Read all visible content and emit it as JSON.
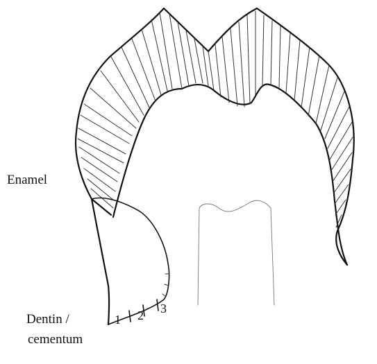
{
  "labels": {
    "enamel": "Enamel",
    "dentin_line1": "Dentin /",
    "dentin_line2": "cementum"
  },
  "markers": [
    "1",
    "2",
    "3"
  ],
  "colors": {
    "ink": "#111111",
    "background": "#ffffff"
  }
}
